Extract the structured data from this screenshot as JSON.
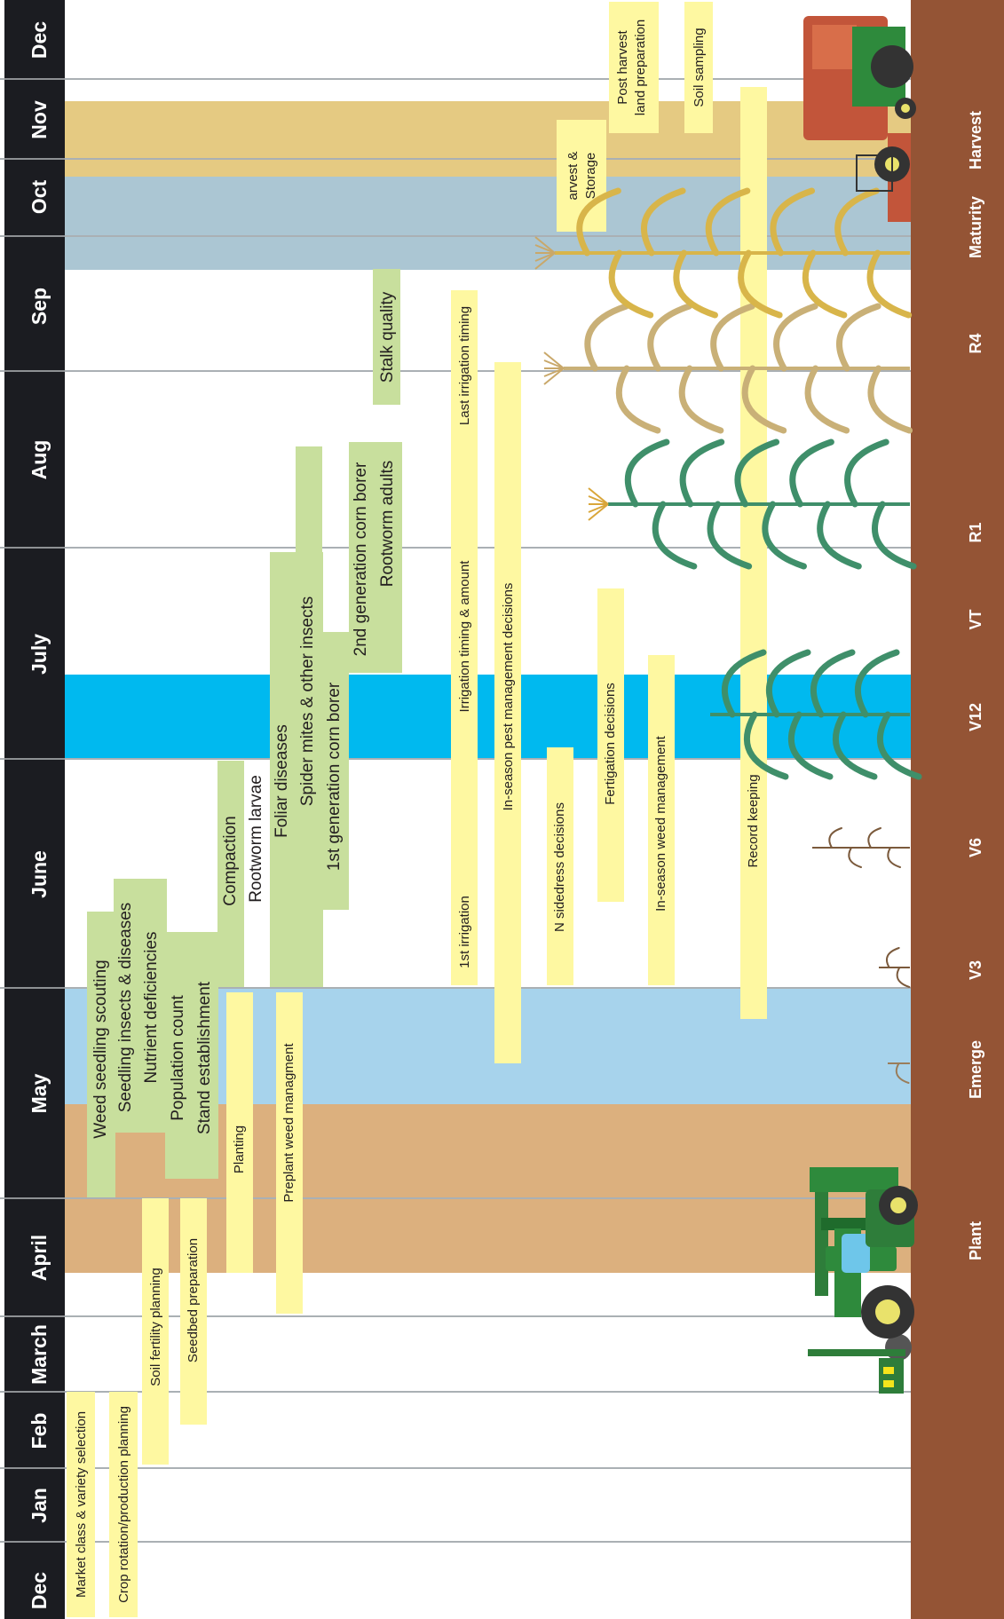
{
  "months": [
    "Dec",
    "Jan",
    "Feb",
    "March",
    "April",
    "May",
    "June",
    "July",
    "Aug",
    "Sep",
    "Oct",
    "Nov",
    "Dec"
  ],
  "growth_stages": [
    "Plant",
    "Emerge",
    "V3",
    "V6",
    "V12",
    "VT",
    "R1",
    "R4",
    "Maturity",
    "Harvest"
  ],
  "planning_tasks": [
    "Market class & variety selection",
    "Crop rotation/production planning",
    "Soil fertility planning",
    "Seedbed preparation",
    "Planting",
    "Preplant weed managment"
  ],
  "scouting_issues": [
    "Weed seedling scouting",
    "Seedling insects & diseases",
    "Nutrient deficiencies",
    "Population count",
    "Stand establishment",
    "Compaction",
    "Rootworm larvae",
    "Foliar diseases",
    "Spider mites & other insects",
    "1st generation corn borer",
    "2nd generation corn borer",
    "Rootworm adults",
    "Stalk quality"
  ],
  "season_tasks": [
    "1st irrigation",
    "Irrigation timing & amount",
    "Last irrigation timing",
    "In-season pest management decisions",
    "N sidedress decisions",
    "Fertigation decisions",
    "In-season weed management",
    "Record keeping"
  ],
  "late_tasks": [
    "arvest &",
    "Storage",
    "Post harvest",
    "land preparation",
    "Soil sampling"
  ],
  "colors": {
    "header": "#1b1c21",
    "soil": "#945435",
    "task_yellow": "#fef8a1",
    "issue_green": "#c8df9d",
    "planting_tan": "#dcb07e",
    "emergence_blue": "#a7d3ec",
    "vegetative_cyan": "#00b9ef",
    "maturity_blue": "#abc6d3",
    "harvest_tan": "#e5ca82",
    "gridline": "#aab0b4"
  }
}
